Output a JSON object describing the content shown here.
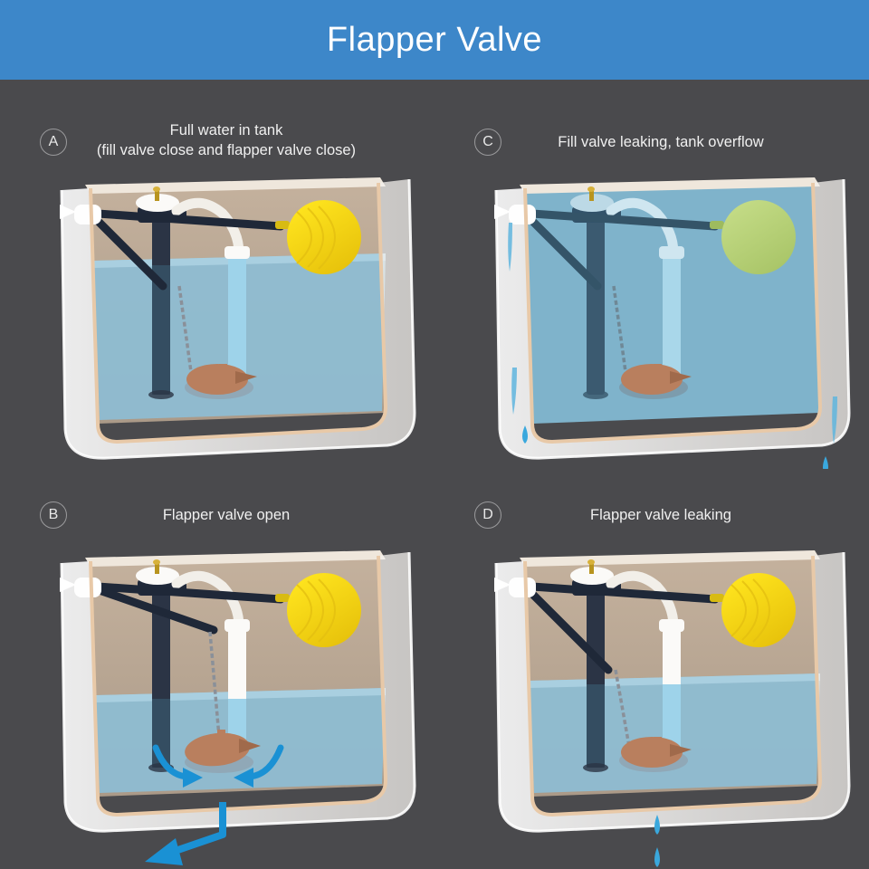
{
  "header": {
    "title": "Flapper Valve",
    "bar_color": "#3d87c9",
    "title_color": "#ffffff"
  },
  "background_color": "#4a4a4d",
  "panels": [
    {
      "id": "A",
      "badge": "A",
      "caption": "Full water in tank\n(fill valve close and flapper valve close)",
      "float_ball_color": "#f2d014",
      "water_level": "full",
      "flapper_state": "closed",
      "leaking": false,
      "overflowing": false
    },
    {
      "id": "B",
      "badge": "B",
      "caption": "Flapper valve open",
      "float_ball_color": "#f2d014",
      "water_level": "low",
      "flapper_state": "open",
      "leaking": false,
      "overflowing": false,
      "flow_arrow_color": "#1a91d4"
    },
    {
      "id": "C",
      "badge": "C",
      "caption": "Fill valve leaking, tank overflow",
      "float_ball_color": "#b5ce74",
      "water_level": "overflow",
      "flapper_state": "closed",
      "leaking": true,
      "overflowing": true
    },
    {
      "id": "D",
      "badge": "D",
      "caption": "Flapper valve leaking",
      "float_ball_color": "#f2d014",
      "water_level": "mid",
      "flapper_state": "closed",
      "leaking": true,
      "overflowing": false
    }
  ],
  "colors": {
    "tank_porcelain": "#f7f5f3",
    "tank_inner_wall": "#b5a492",
    "tank_rim_tan": "#e8c9a8",
    "water": "#8dbdd4",
    "water_dark": "#74a9c4",
    "drip": "#3aa8dd",
    "fill_valve_body": "#2b3445",
    "overflow_tube": "#9ed3ea",
    "refill_tube": "#f2efe9",
    "flapper": "#b97f5e",
    "chain": "#8a9099",
    "handle": "#ffffff",
    "lever": "#1f2838",
    "arrow": "#1a91d4"
  }
}
